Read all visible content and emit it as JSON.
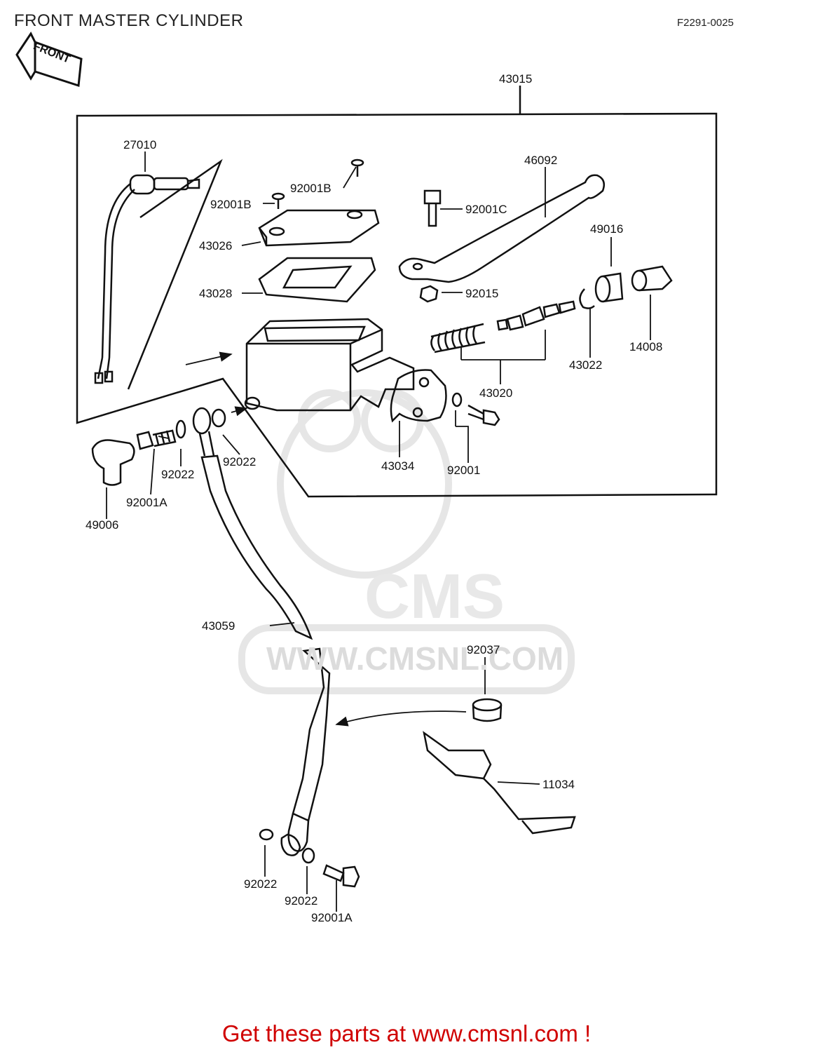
{
  "header": {
    "title": "FRONT MASTER CYLINDER",
    "code": "F2291-0025",
    "direction_label": "FRONT"
  },
  "parts": [
    {
      "id": "43015"
    },
    {
      "id": "27010"
    },
    {
      "id": "92001B"
    },
    {
      "id": "92001B"
    },
    {
      "id": "43026"
    },
    {
      "id": "43028"
    },
    {
      "id": "46092"
    },
    {
      "id": "92001C"
    },
    {
      "id": "49016"
    },
    {
      "id": "92015"
    },
    {
      "id": "14008"
    },
    {
      "id": "43022"
    },
    {
      "id": "43020"
    },
    {
      "id": "43034"
    },
    {
      "id": "92001"
    },
    {
      "id": "92022"
    },
    {
      "id": "92022"
    },
    {
      "id": "92001A"
    },
    {
      "id": "49006"
    },
    {
      "id": "43059"
    },
    {
      "id": "92037"
    },
    {
      "id": "11034"
    },
    {
      "id": "92022"
    },
    {
      "id": "92022"
    },
    {
      "id": "92001A"
    }
  ],
  "watermark": {
    "brand": "CMS",
    "url": "WWW.CMSNL.COM"
  },
  "footer": {
    "text": "Get these parts at www.cmsnl.com !"
  },
  "colors": {
    "footer": "#d00000",
    "ink": "#111111",
    "watermark": "#e6e6e6"
  }
}
